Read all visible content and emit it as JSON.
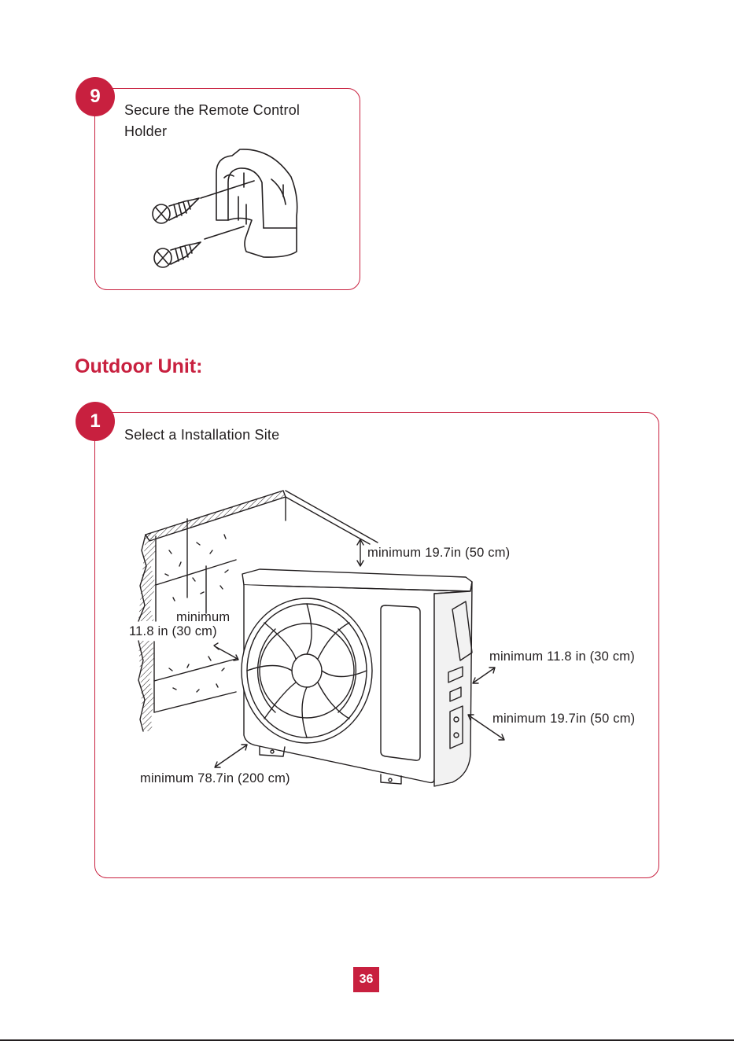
{
  "step9": {
    "number": "9",
    "title_line1": "Secure the Remote Control",
    "title_line2": "Holder"
  },
  "section": {
    "title": "Outdoor Unit:"
  },
  "step1": {
    "number": "1",
    "title": "Select a Installation Site",
    "labels": {
      "top": "minimum 19.7in (50 cm)",
      "left_line1": "minimum",
      "left_line2": "11.8 in (30 cm)",
      "right_upper": "minimum 11.8 in (30 cm)",
      "right_lower": "minimum 19.7in (50 cm)",
      "front": "minimum 78.7in (200 cm)"
    }
  },
  "page": {
    "number": "36"
  },
  "colors": {
    "accent": "#c8203f",
    "text": "#231f20"
  }
}
